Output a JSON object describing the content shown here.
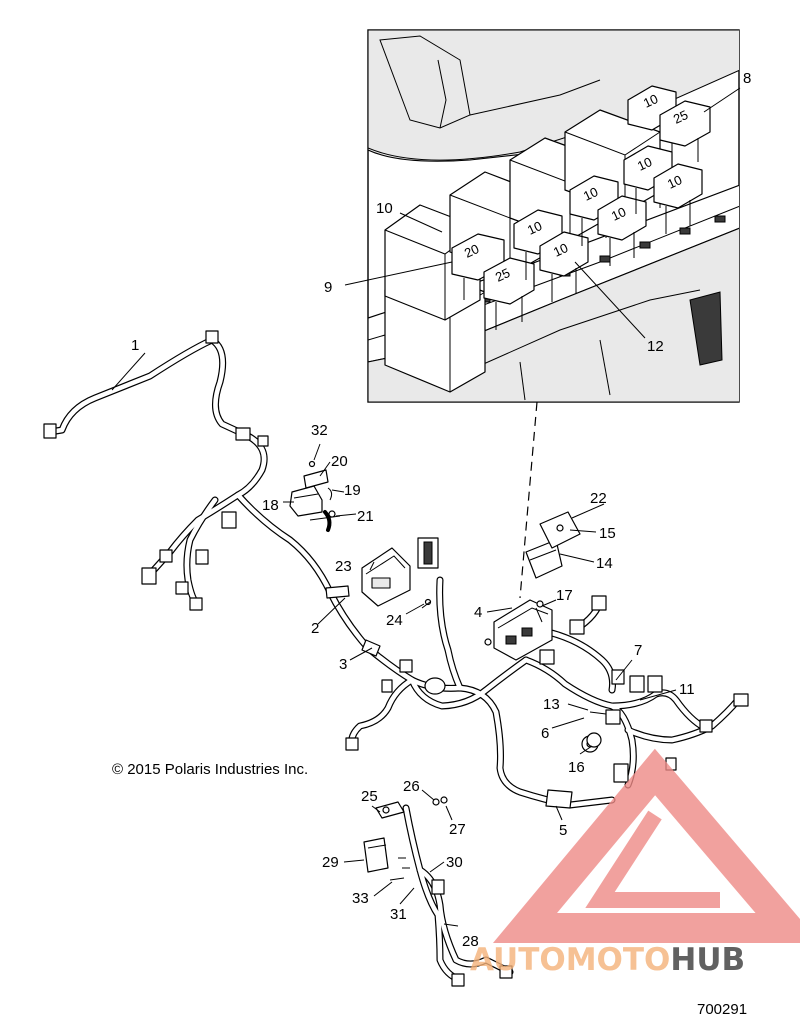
{
  "callouts": {
    "c1": "1",
    "c2": "2",
    "c3": "3",
    "c4": "4",
    "c5": "5",
    "c6": "6",
    "c7": "7",
    "c8": "8",
    "c9": "9",
    "c10": "10",
    "c11": "11",
    "c12": "12",
    "c13": "13",
    "c14": "14",
    "c15": "15",
    "c16": "16",
    "c17": "17",
    "c18": "18",
    "c19": "19",
    "c20": "20",
    "c21": "21",
    "c22": "22",
    "c23": "23",
    "c24": "24",
    "c25": "25",
    "c26": "26",
    "c27": "27",
    "c28": "28",
    "c29": "29",
    "c30": "30",
    "c31": "31",
    "c32": "32",
    "c33": "33"
  },
  "fuse_ratings": {
    "f_top_10": "10",
    "f_top_25": "25",
    "f_20": "20",
    "f_25_low": "25",
    "f_10_a": "10",
    "f_10_b": "10",
    "f_10_c": "10",
    "f_10_d": "10",
    "f_10_e": "10",
    "f_10_f": "10"
  },
  "copyright": "© 2015 Polaris Industries Inc.",
  "part_number": "700291",
  "watermark": {
    "word_part1": "AUTOMOTO",
    "word_part2": "HUB",
    "color_part1": "#f5b27a",
    "color_part2": "#3a3a3a",
    "triangle_color": "#ee8a86"
  }
}
